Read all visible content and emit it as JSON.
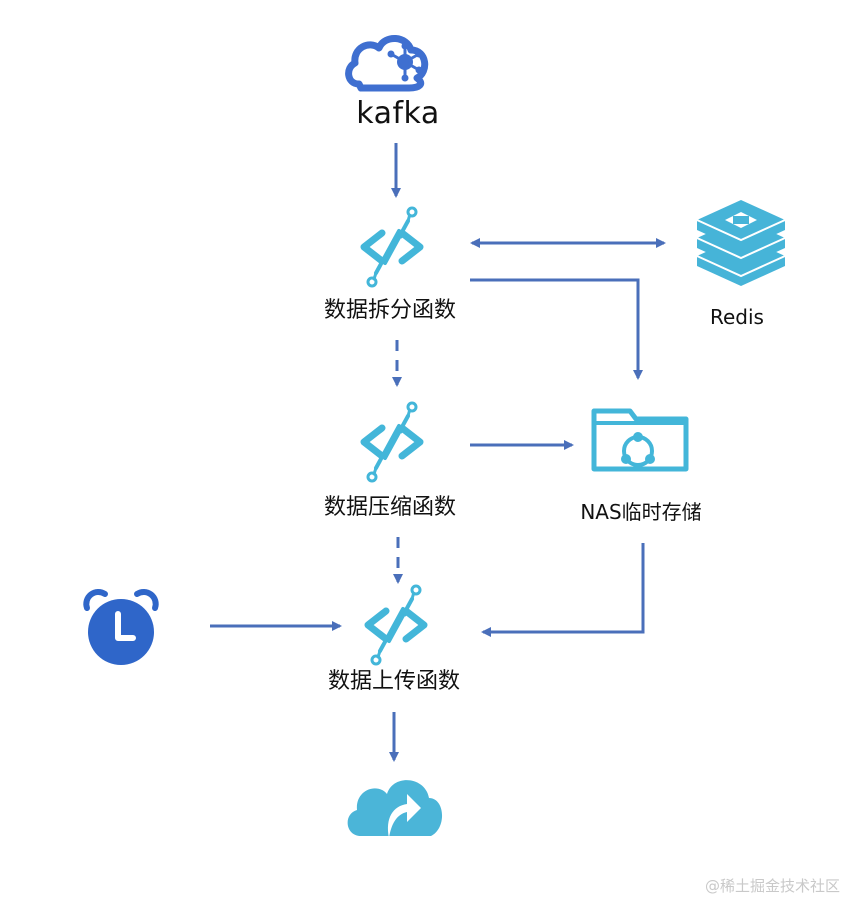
{
  "nodes": {
    "kafka": {
      "label": "kafka",
      "icon": "kafka-cloud-icon"
    },
    "split_function": {
      "label": "数据拆分函数",
      "icon": "function-icon"
    },
    "compress_function": {
      "label": "数据压缩函数",
      "icon": "function-icon"
    },
    "upload_function": {
      "label": "数据上传函数",
      "icon": "function-icon"
    },
    "redis": {
      "label": "Redis",
      "icon": "redis-stack-icon"
    },
    "nas": {
      "label": "NAS临时存储",
      "icon": "nas-folder-icon"
    },
    "timer": {
      "icon": "alarm-clock-icon"
    },
    "cloud_upload": {
      "icon": "cloud-upload-icon"
    }
  },
  "edges": [
    {
      "from": "kafka",
      "to": "split_function",
      "style": "solid"
    },
    {
      "from": "split_function",
      "to": "redis",
      "style": "solid",
      "direction": "both"
    },
    {
      "from": "split_function",
      "to": "nas",
      "style": "solid"
    },
    {
      "from": "split_function",
      "to": "compress_function",
      "style": "dashed"
    },
    {
      "from": "compress_function",
      "to": "nas",
      "style": "solid"
    },
    {
      "from": "compress_function",
      "to": "upload_function",
      "style": "dashed"
    },
    {
      "from": "nas",
      "to": "upload_function",
      "style": "solid"
    },
    {
      "from": "timer",
      "to": "upload_function",
      "style": "solid"
    },
    {
      "from": "upload_function",
      "to": "cloud_upload",
      "style": "solid"
    }
  ],
  "colors": {
    "arrow": "#4a6fba",
    "function_icon": "#43b6d9",
    "kafka_icon": "#3f6fd0",
    "redis_icon": "#46b4d8",
    "clock": "#2f66c9",
    "cloud_upload": "#4bb5d8"
  },
  "watermark": "@稀土掘金技术社区"
}
